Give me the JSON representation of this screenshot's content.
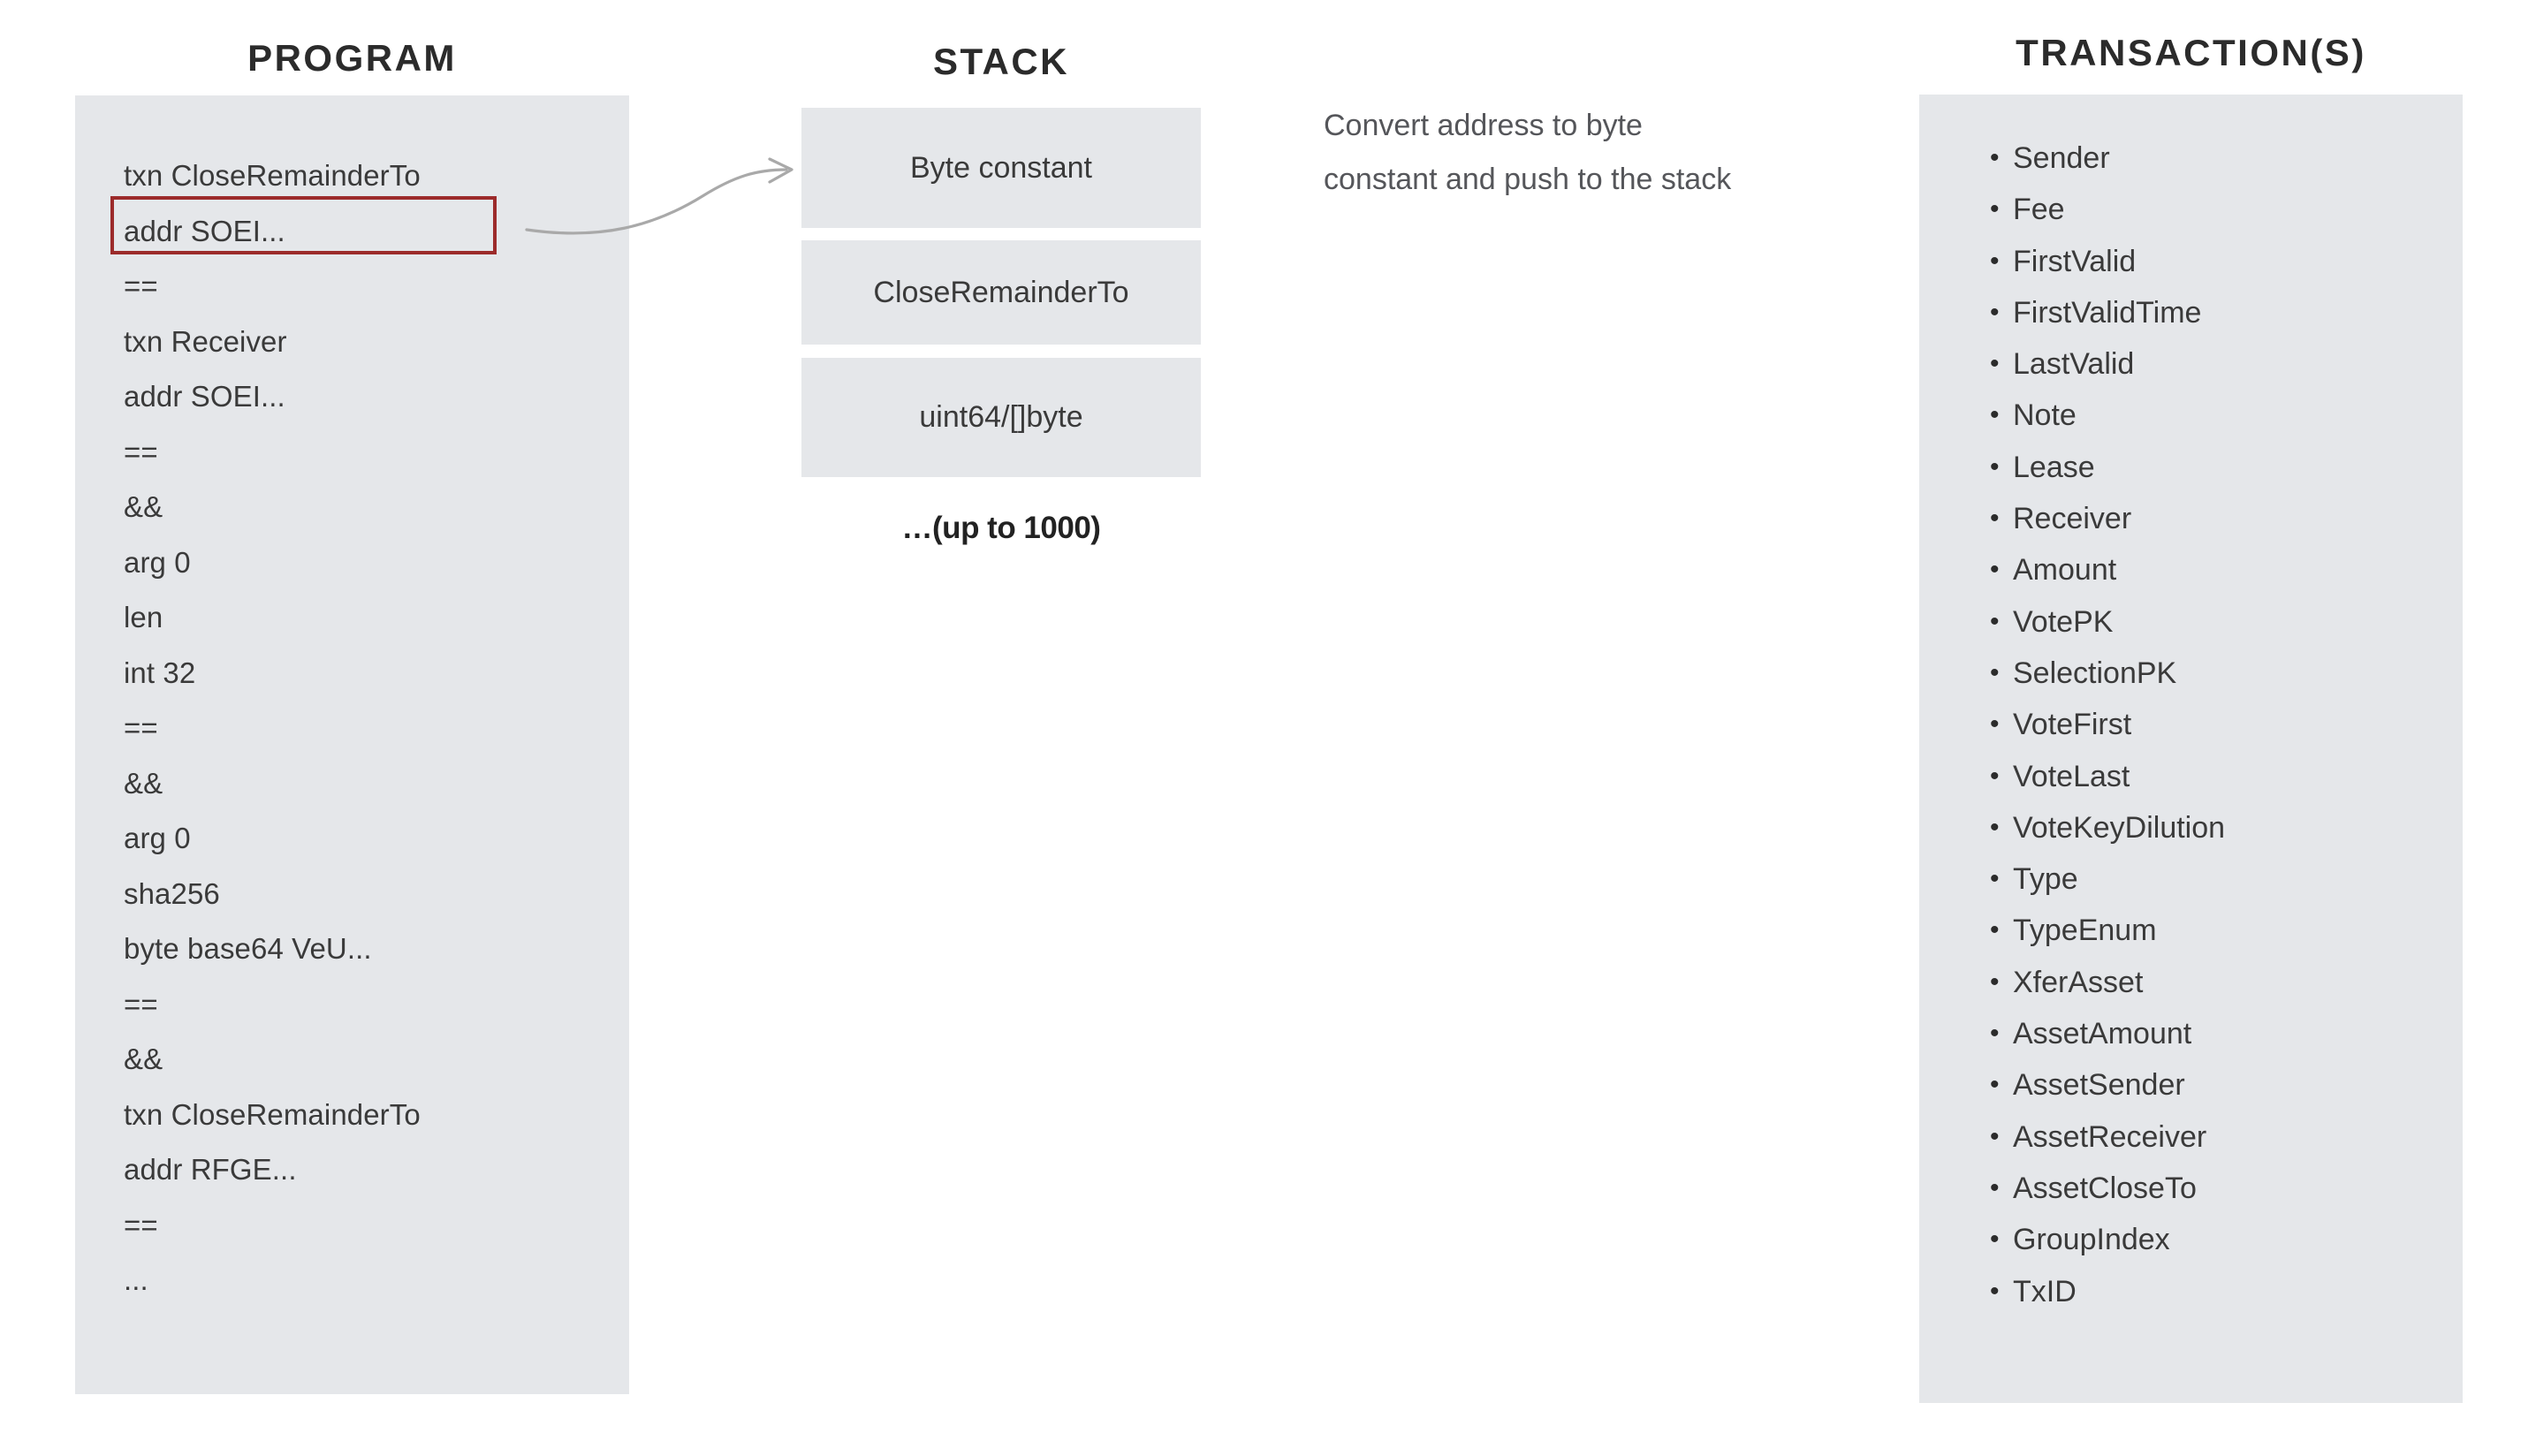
{
  "columns": {
    "program": {
      "heading": "PROGRAM"
    },
    "stack": {
      "heading": "STACK"
    },
    "transactions": {
      "heading": "TRANSACTION(S)"
    }
  },
  "program": {
    "lines": [
      "txn CloseRemainderTo",
      "addr SOEI...",
      "==",
      "txn Receiver",
      "addr SOEI...",
      "==",
      "&&",
      "arg 0",
      "len",
      "int 32",
      "==",
      "&&",
      "arg 0",
      "sha256",
      "byte base64 VeU...",
      "==",
      "&&",
      "txn CloseRemainderTo",
      "addr RFGE...",
      "==",
      "..."
    ],
    "highlighted_line_index": 1,
    "highlight_color": "#9c2b2b"
  },
  "stack": {
    "boxes": [
      {
        "label": "Byte constant"
      },
      {
        "label": "CloseRemainderTo"
      },
      {
        "label": "uint64/[]byte"
      }
    ],
    "more_label": "…(up to 1000)"
  },
  "annotation": {
    "lines": [
      "Convert address to byte",
      "constant and push to the stack"
    ]
  },
  "transactions": {
    "fields": [
      "Sender",
      "Fee",
      "FirstValid",
      "FirstValidTime",
      "LastValid",
      "Note",
      "Lease",
      "Receiver",
      "Amount",
      "VotePK",
      "SelectionPK",
      "VoteFirst",
      "VoteLast",
      "VoteKeyDilution",
      "Type",
      "TypeEnum",
      "XferAsset",
      "AssetAmount",
      "AssetSender",
      "AssetReceiver",
      "AssetCloseTo",
      "GroupIndex",
      "TxID"
    ]
  },
  "colors": {
    "panel_background": "#e5e7ea",
    "page_background": "#ffffff",
    "text": "#3a3a3a",
    "heading_text": "#2b2b2b",
    "annotation_text": "#55565a",
    "highlight_border": "#9c2b2b",
    "arrow": "#a9a9a9"
  },
  "icons": {
    "arrow": "curved-arrow-right-icon",
    "bullet": "bullet-dot-icon"
  }
}
